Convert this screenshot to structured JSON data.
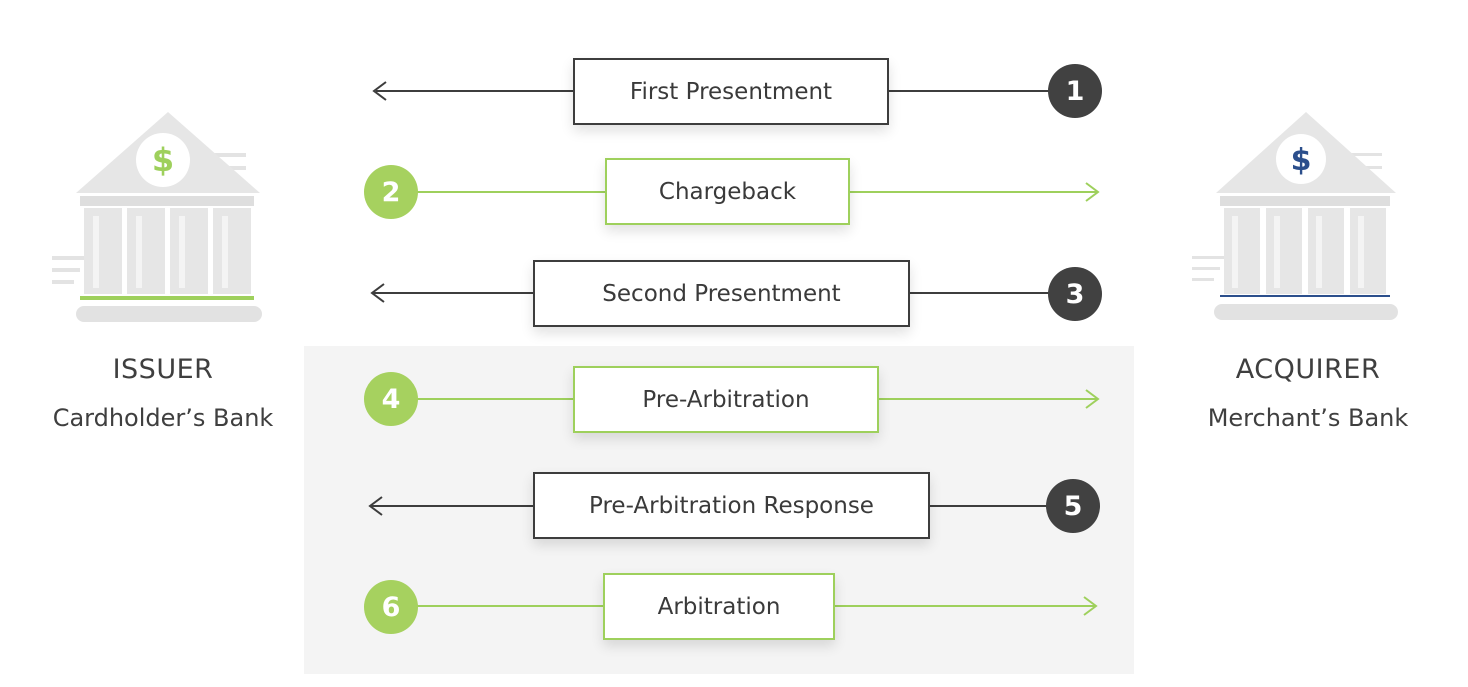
{
  "issuer": {
    "title": "ISSUER",
    "subtitle": "Cardholder’s Bank",
    "icon": "bank-icon",
    "accent": "#9ed05c"
  },
  "acquirer": {
    "title": "ACQUIRER",
    "subtitle": "Merchant’s Bank",
    "icon": "bank-icon",
    "accent": "#2c4f8c"
  },
  "colors": {
    "dark": "#3d3d3d",
    "green": "#9ed05c",
    "panel": "#f4f4f4",
    "bank": "#e2e2e2"
  },
  "steps": [
    {
      "number": "1",
      "label": "First Presentment",
      "direction": "to-issuer",
      "color": "dark"
    },
    {
      "number": "2",
      "label": "Chargeback",
      "direction": "to-acquirer",
      "color": "green"
    },
    {
      "number": "3",
      "label": "Second Presentment",
      "direction": "to-issuer",
      "color": "dark"
    },
    {
      "number": "4",
      "label": "Pre-Arbitration",
      "direction": "to-acquirer",
      "color": "green"
    },
    {
      "number": "5",
      "label": "Pre-Arbitration Response",
      "direction": "to-issuer",
      "color": "dark"
    },
    {
      "number": "6",
      "label": "Arbitration",
      "direction": "to-acquirer",
      "color": "green"
    }
  ]
}
